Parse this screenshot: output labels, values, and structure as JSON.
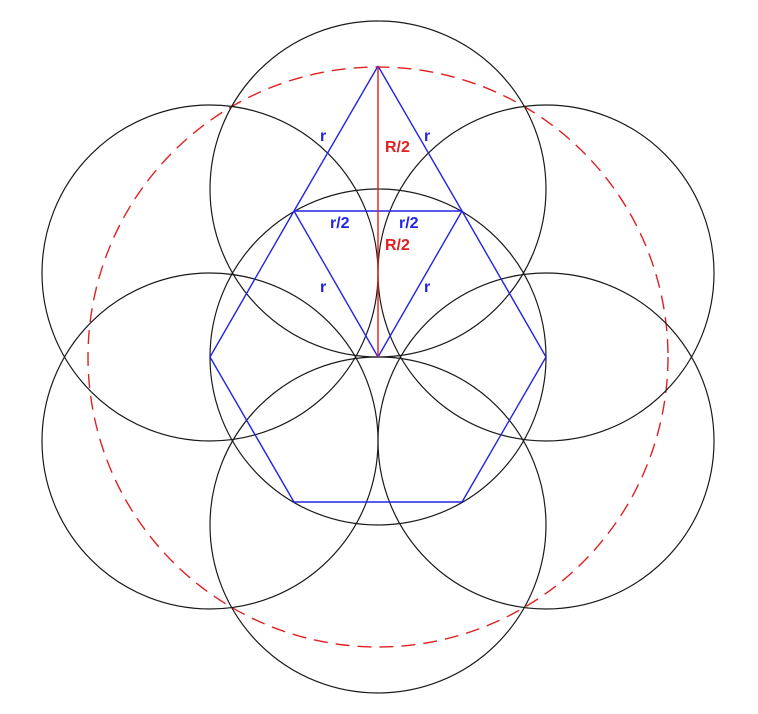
{
  "colors": {
    "circle": "#1a1a1a",
    "construction": "#2323e6",
    "radius": "#e02020",
    "background": "#ffffff"
  },
  "labels": {
    "r_upper_left": "r",
    "r_upper_right": "r",
    "R_half_upper": "R/2",
    "r_half_left": "r/2",
    "r_half_right": "r/2",
    "R_half_lower": "R/2",
    "r_lower_left": "r",
    "r_lower_right": "r"
  }
}
